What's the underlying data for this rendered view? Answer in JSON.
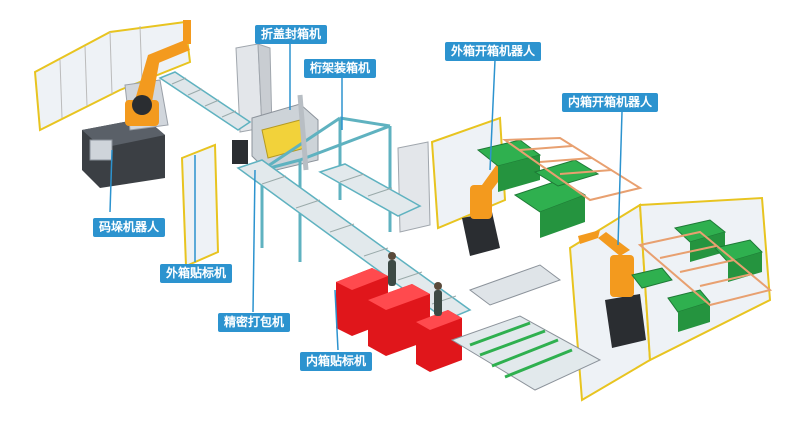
{
  "labels": {
    "folding_sealing": "折盖封箱机",
    "gantry_packing": "桁架装箱机",
    "outer_unpacking_robot": "外箱开箱机器人",
    "inner_unpacking_robot": "内箱开箱机器人",
    "palletizing_robot": "码垛机器人",
    "outer_labeling": "外箱贴标机",
    "precision_strapping": "精密打包机",
    "inner_labeling": "内箱贴标机"
  },
  "colors": {
    "callout": "#2c93cf",
    "robot": "#f39a1e",
    "conveyor_frame": "#5fb2c0",
    "boxes": "#2fb04f",
    "bins": "#e0161b",
    "fence": "#e8c420"
  }
}
